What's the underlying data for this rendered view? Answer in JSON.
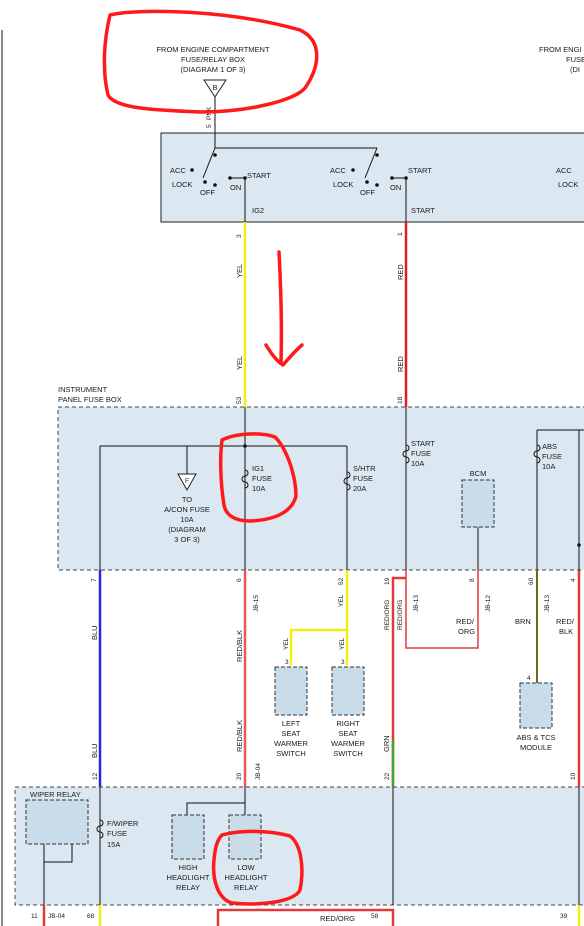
{
  "header": {
    "source_left": [
      "FROM ENGINE COMPARTMENT",
      "FUSE/RELAY BOX",
      "(DIAGRAM 1 OF 3)"
    ],
    "source_right": [
      "FROM ENGI",
      "FUSE/",
      "(DI"
    ],
    "connector_letter": "B",
    "top_pin": "5",
    "top_wire": "PNK"
  },
  "ignition_switch": {
    "positions_1": [
      "ACC",
      "LOCK",
      "OFF",
      "ON",
      "START"
    ],
    "output_1": "IG2",
    "positions_2": [
      "ACC",
      "LOCK",
      "OFF",
      "ON",
      "START"
    ],
    "output_2": "START",
    "positions_3": [
      "ACC",
      "LOCK"
    ]
  },
  "wires_upper": {
    "pin_left": "3",
    "color_left_top": "YEL",
    "color_left_bottom": "YEL",
    "pin_right": "1",
    "color_right_top": "RED",
    "color_right_bottom": "RED"
  },
  "instrument_panel": {
    "title": [
      "INSTRUMENT",
      "PANEL FUSE BOX"
    ],
    "pin_in_left": "53",
    "pin_in_right": "18",
    "fuse_acon_letter": "F",
    "acon_label": [
      "TO",
      "A/CON FUSE",
      "10A",
      "(DIAGRAM",
      "3 OF 3)"
    ],
    "ig1": [
      "IG1",
      "FUSE",
      "10A"
    ],
    "shtr": [
      "S/HTR",
      "FUSE",
      "20A"
    ],
    "start_fuse": [
      "START",
      "FUSE",
      "10A"
    ],
    "bcm": "BCM",
    "abs_fuse": [
      "ABS",
      "FUSE",
      "10A"
    ]
  },
  "outputs": {
    "p7": "7",
    "p6": "6",
    "jb15": "JB-15",
    "p52": "52",
    "yel1": "YEL",
    "p19": "19",
    "redorg1": "RED/ORG",
    "redorg2": "RED/ORG",
    "jb13": "JB-13",
    "p8": "8",
    "jb12": "JB-12",
    "p60": "60",
    "jb13b": "JB-13",
    "p4": "4",
    "blu1": "BLU",
    "redblk1": "RED/BLK",
    "redorg3": "RED/",
    "org3": "ORG",
    "brn": "BRN",
    "redblk_r1": "RED/",
    "redblk_r2": "BLK"
  },
  "seat_warmers": {
    "yel_left": "YEL",
    "pin_left": "3",
    "left_label": [
      "LEFT",
      "SEAT",
      "WARMER",
      "SWITCH"
    ],
    "yel_right": "YEL",
    "pin_right": "3",
    "right_label": [
      "RIGHT",
      "SEAT",
      "WARMER",
      "SWITCH"
    ]
  },
  "abs_module": {
    "pin": "4",
    "label": [
      "ABS & TCS",
      "MODULE"
    ]
  },
  "wires_lower": {
    "redblk2": "RED/BLK",
    "grn": "GRN",
    "blu2": "BLU",
    "p12": "12",
    "p20": "20",
    "jb04": "JB-04",
    "p22": "22",
    "p10": "10"
  },
  "junction_box": {
    "wiper_relay": "WIPER RELAY",
    "fwiper": [
      "F/WIPER",
      "FUSE",
      "15A"
    ],
    "high_relay": [
      "HIGH",
      "HEADLIGHT",
      "RELAY"
    ],
    "low_relay": [
      "LOW",
      "HEADLIGHT",
      "RELAY"
    ]
  },
  "bottom": {
    "p11": "11",
    "jb04b": "JB-04",
    "p68": "68",
    "redorg": "RED/ORG",
    "p58": "58",
    "p39": "39"
  }
}
